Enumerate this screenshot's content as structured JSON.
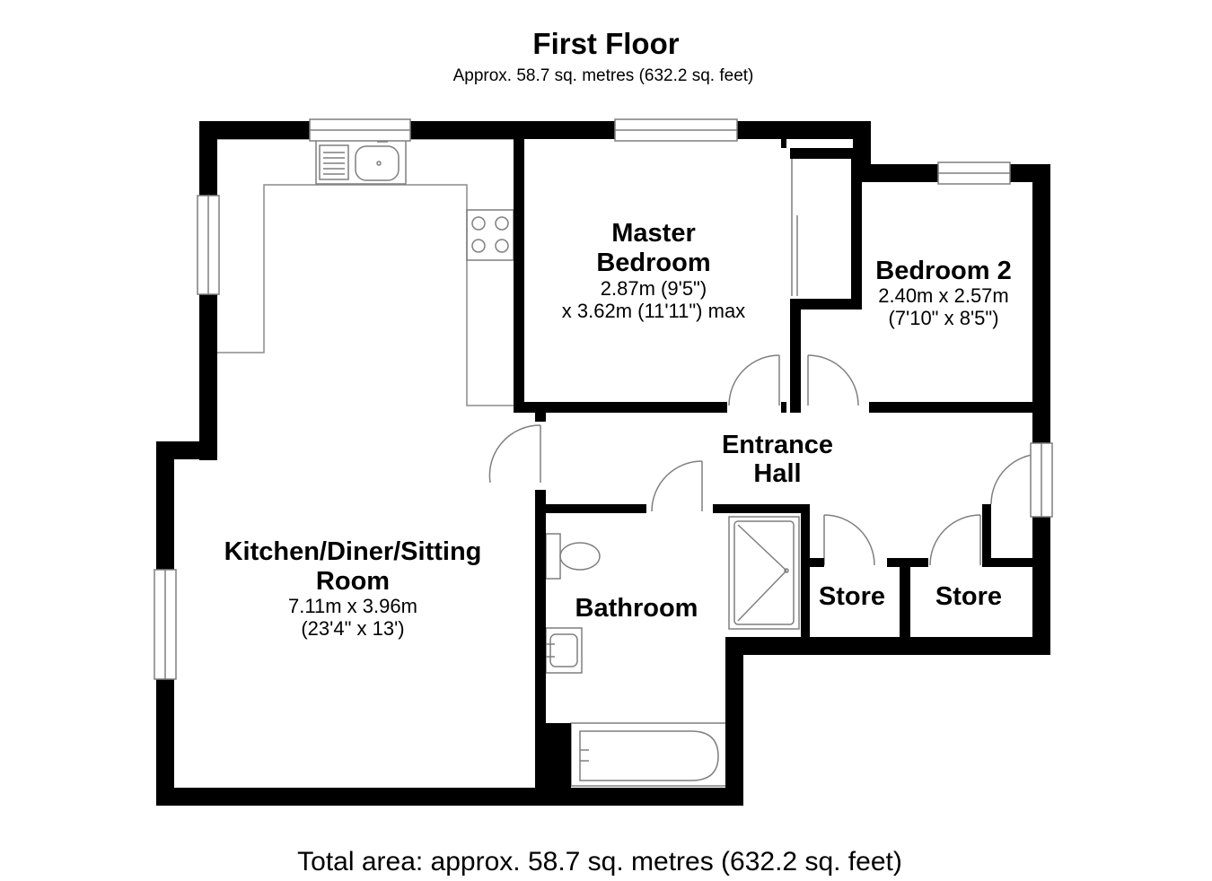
{
  "header": {
    "title": "First Floor",
    "subtitle": "Approx. 58.7 sq. metres (632.2 sq. feet)"
  },
  "rooms": {
    "master_bedroom": {
      "name_line1": "Master",
      "name_line2": "Bedroom",
      "dim_line1": "2.87m (9'5\")",
      "dim_line2": "x 3.62m (11'11\") max"
    },
    "bedroom_2": {
      "name": "Bedroom 2",
      "dim_line1": "2.40m x 2.57m",
      "dim_line2": "(7'10\" x 8'5\")"
    },
    "entrance_hall": {
      "name_line1": "Entrance",
      "name_line2": "Hall"
    },
    "kitchen": {
      "name_line1": "Kitchen/Diner/Sitting",
      "name_line2": "Room",
      "dim_line1": "7.11m x 3.96m",
      "dim_line2": "(23'4\" x 13')"
    },
    "bathroom": {
      "name": "Bathroom"
    },
    "store_1": {
      "name": "Store"
    },
    "store_2": {
      "name": "Store"
    }
  },
  "footer": {
    "total_area": "Total area: approx. 58.7 sq. metres (632.2 sq. feet)"
  },
  "colors": {
    "wall": "#000000",
    "fixture": "#7f7f7f",
    "background": "#ffffff"
  }
}
